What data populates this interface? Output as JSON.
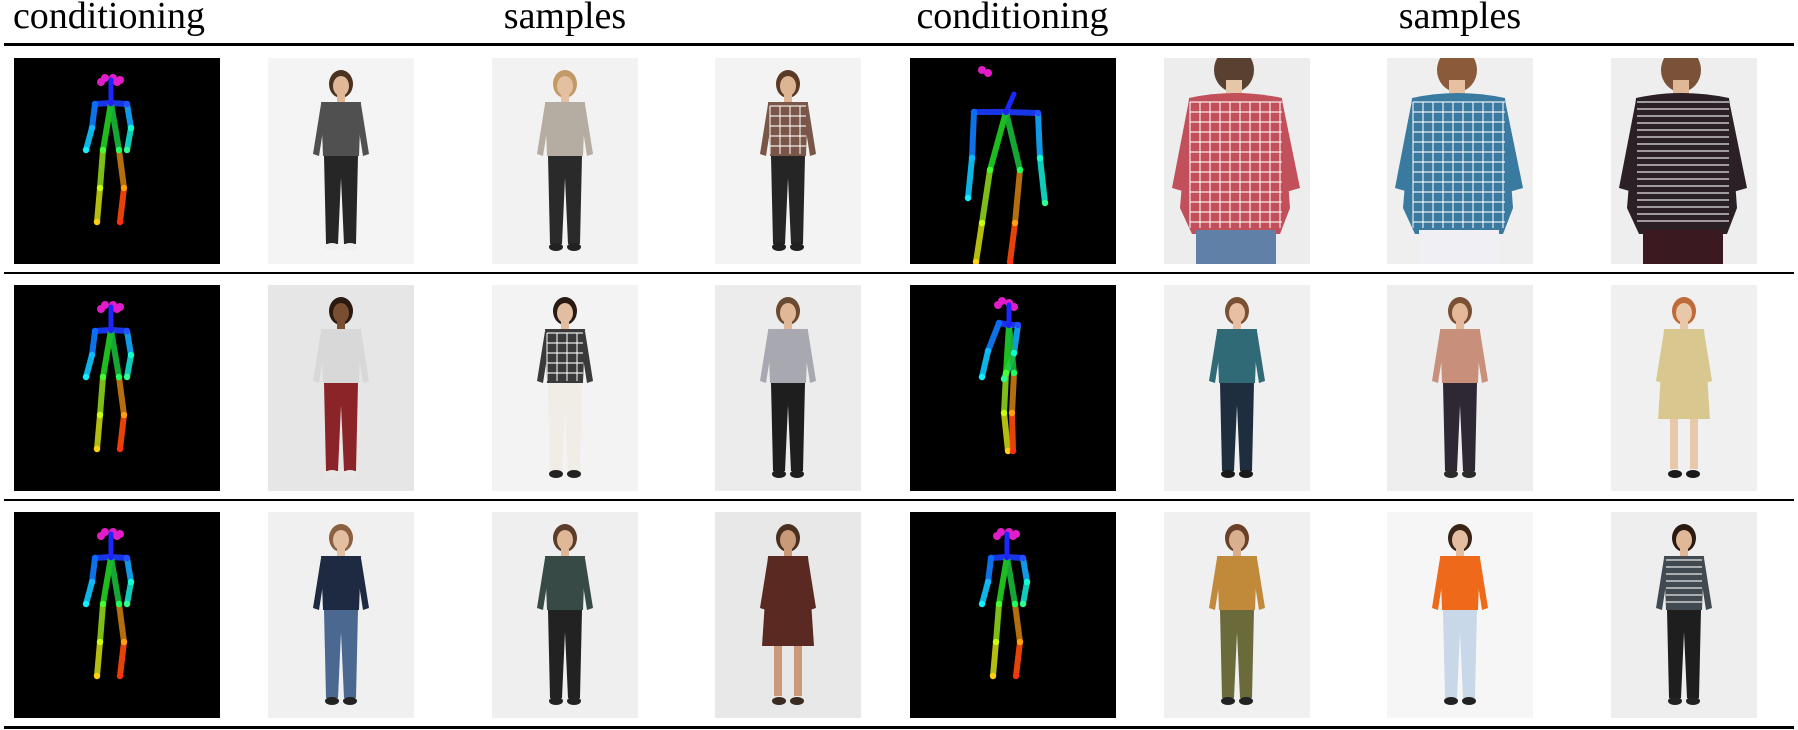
{
  "headers": {
    "left_conditioning": "conditioning",
    "left_samples": "samples",
    "right_conditioning": "conditioning",
    "right_samples": "samples"
  },
  "rows": [
    {
      "left": {
        "pose": "front-standing",
        "samples": [
          {
            "top": "#505050",
            "bottom": "#262626",
            "shoes": "#f0f0f0",
            "hair": "#4a3220",
            "skin": "#e0b898",
            "view": "front",
            "pattern": "plain",
            "bg": "#f4f4f4"
          },
          {
            "top": "#b5aca2",
            "bottom": "#2a2a2a",
            "shoes": "#222222",
            "hair": "#c29a66",
            "skin": "#e4c0a0",
            "view": "front",
            "pattern": "plain",
            "bg": "#f2f2f2"
          },
          {
            "top": "#7a5648",
            "bottom": "#252525",
            "shoes": "#202020",
            "hair": "#5a3a24",
            "skin": "#ddb592",
            "view": "front",
            "pattern": "plaid",
            "bg": "#f3f3f3"
          }
        ]
      },
      "right": {
        "pose": "back-closeup",
        "samples": [
          {
            "top": "#c2505a",
            "bottom": "#6080a8",
            "shoes": "#333333",
            "hair": "#5a4030",
            "skin": "#e6c6a8",
            "view": "back",
            "pattern": "plaid",
            "bg": "#ededed"
          },
          {
            "top": "#3a7aa0",
            "bottom": "#f0f0f4",
            "shoes": "#333333",
            "hair": "#8a5a3a",
            "skin": "#e6c0a0",
            "view": "back",
            "pattern": "plaid",
            "bg": "#efefef"
          },
          {
            "top": "#2a2026",
            "bottom": "#3a1a20",
            "shoes": "#222222",
            "hair": "#7a5238",
            "skin": "#e0b898",
            "view": "back",
            "pattern": "stripe",
            "bg": "#eeeeee"
          }
        ]
      }
    },
    {
      "left": {
        "pose": "front-standing",
        "samples": [
          {
            "top": "#d8d8d8",
            "bottom": "#8a2428",
            "shoes": "#e8e8e8",
            "hair": "#2a1a10",
            "skin": "#7a4e30",
            "view": "front",
            "pattern": "plain",
            "bg": "#e6e6e6"
          },
          {
            "top": "#3a3a3a",
            "bottom": "#f0ece6",
            "shoes": "#222222",
            "hair": "#2a1a14",
            "skin": "#e2bea0",
            "view": "front",
            "pattern": "plaid",
            "bg": "#f3f3f3"
          },
          {
            "top": "#a8a8b0",
            "bottom": "#1e1e1e",
            "shoes": "#1e1e1e",
            "hair": "#6a4a30",
            "skin": "#e0b898",
            "view": "front",
            "pattern": "plain",
            "bg": "#ececec"
          }
        ]
      },
      "right": {
        "pose": "side-standing",
        "samples": [
          {
            "top": "#2f6a76",
            "bottom": "#1e2e3e",
            "shoes": "#1a1a1a",
            "hair": "#7a5034",
            "skin": "#e6c0a0",
            "view": "side",
            "pattern": "plain",
            "bg": "#f0f0f0"
          },
          {
            "top": "#c8907a",
            "bottom": "#2e2834",
            "shoes": "#2a2a2a",
            "hair": "#7a5034",
            "skin": "#e4b898",
            "view": "side",
            "pattern": "plain",
            "bg": "#eeeeee"
          },
          {
            "top": "#d8c890",
            "bottom": "#d8c890",
            "shoes": "#1a1a1a",
            "hair": "#c06a3a",
            "skin": "#e8c8a8",
            "view": "side",
            "pattern": "dress",
            "bg": "#f0f0f0"
          }
        ]
      }
    },
    {
      "left": {
        "pose": "front-standing",
        "samples": [
          {
            "top": "#1e2a42",
            "bottom": "#4a6890",
            "shoes": "#222222",
            "hair": "#8a6040",
            "skin": "#e4bea0",
            "view": "front",
            "pattern": "plain",
            "bg": "#f0f0f0"
          },
          {
            "top": "#384a46",
            "bottom": "#222222",
            "shoes": "#222222",
            "hair": "#5a3e2a",
            "skin": "#e0b898",
            "view": "back",
            "pattern": "plain",
            "bg": "#efefef"
          },
          {
            "top": "#5a2a22",
            "bottom": "#5a2a22",
            "shoes": "#3a2a20",
            "hair": "#4a3020",
            "skin": "#c89a78",
            "view": "front",
            "pattern": "dress",
            "bg": "#e8e8e8"
          }
        ]
      },
      "right": {
        "pose": "front-standing",
        "samples": [
          {
            "top": "#c08a3a",
            "bottom": "#6a6a3a",
            "shoes": "#222222",
            "hair": "#6a4028",
            "skin": "#d8b090",
            "view": "front",
            "pattern": "plain",
            "bg": "#f0f0f0"
          },
          {
            "top": "#ee6a1a",
            "bottom": "#c8d8e8",
            "shoes": "#222222",
            "hair": "#3a2418",
            "skin": "#e4bea0",
            "view": "front",
            "pattern": "plain",
            "bg": "#f6f6f6"
          },
          {
            "top": "#404a50",
            "bottom": "#1e1e1e",
            "shoes": "#222222",
            "hair": "#2a1a12",
            "skin": "#e0b898",
            "view": "front",
            "pattern": "stripe",
            "bg": "#eeeeee"
          }
        ]
      }
    }
  ]
}
